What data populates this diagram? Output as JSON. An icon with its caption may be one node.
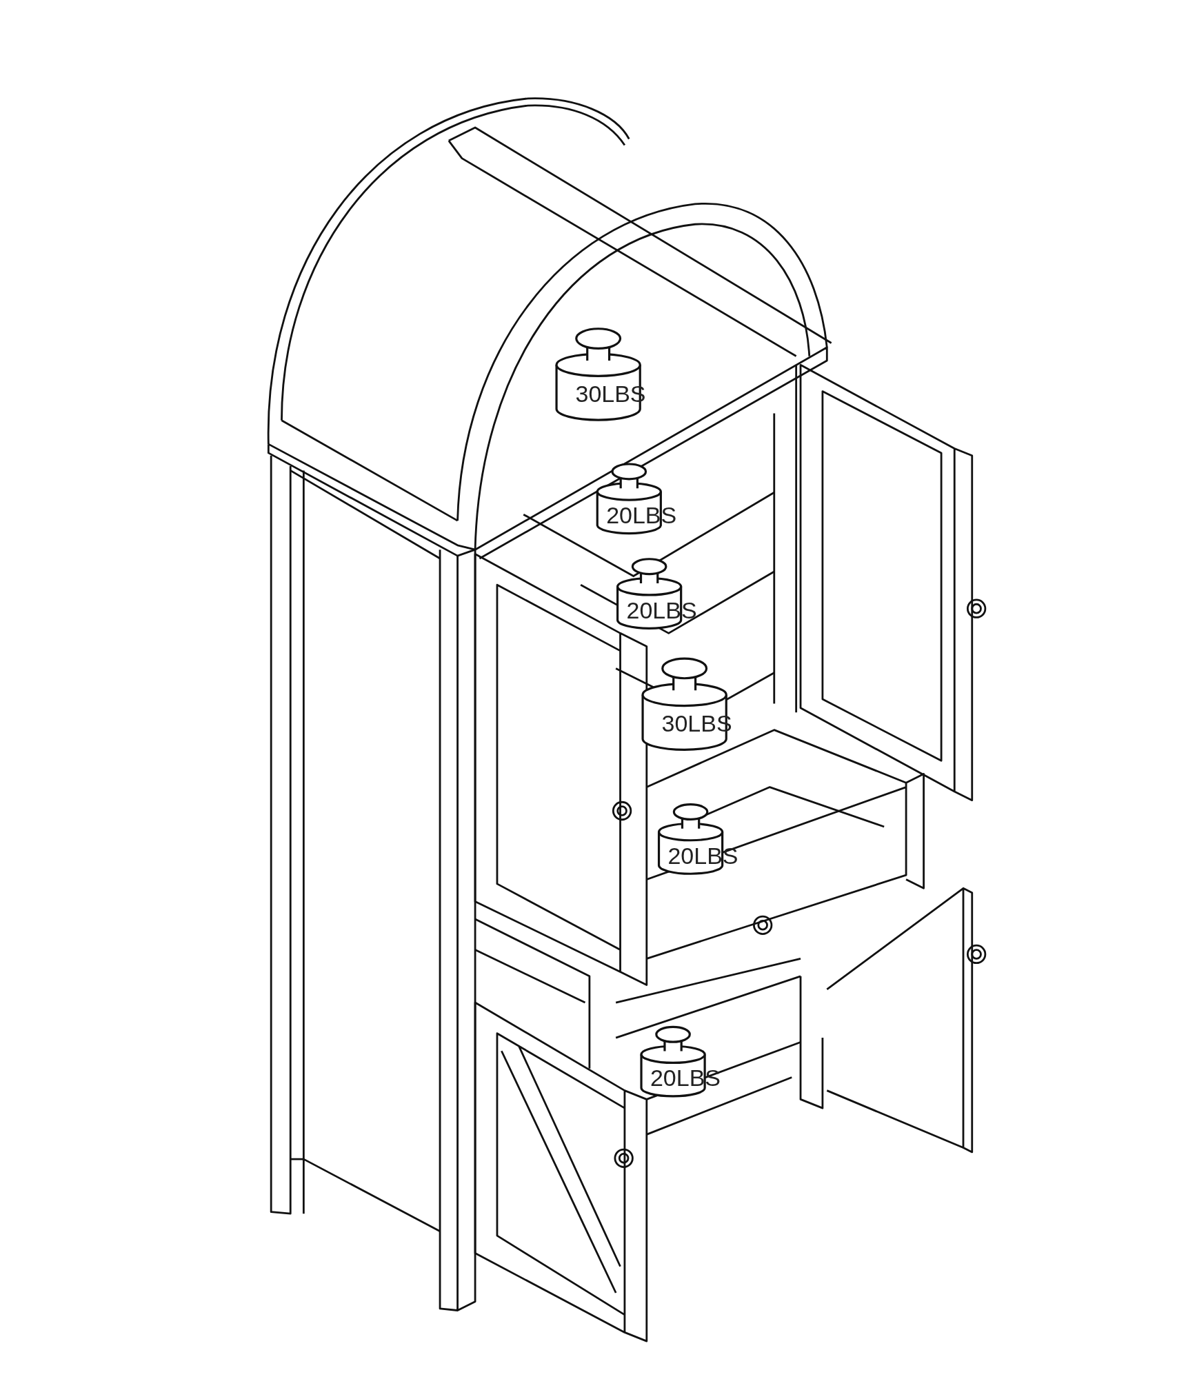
{
  "diagram": {
    "labels": [
      "30LBS",
      "20LBS",
      "20LBS",
      "30LBS",
      "20LBS",
      "20LBS"
    ]
  }
}
